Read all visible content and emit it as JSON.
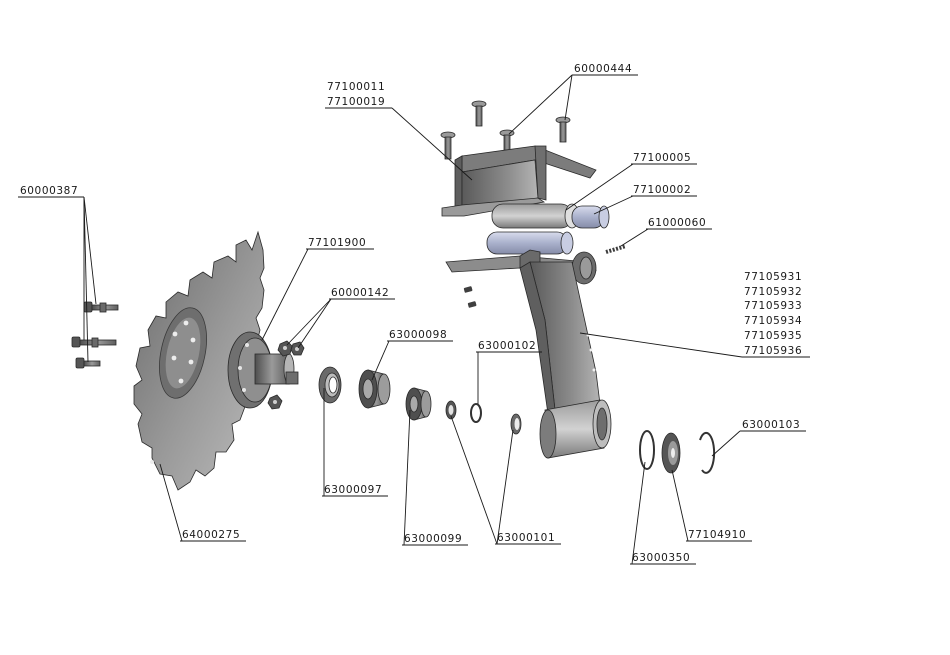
{
  "labels": {
    "p60000387": "60000387",
    "p64000275": "64000275",
    "p77101900": "77101900",
    "p60000142": "60000142",
    "p63000098": "63000098",
    "p63000097": "63000097",
    "p63000099": "63000099",
    "p63000102": "63000102",
    "p63000101": "63000101",
    "p77100011": "77100011",
    "p77100019": "77100019",
    "p60000444": "60000444",
    "p77100005": "77100005",
    "p77100002": "77100002",
    "p61000060": "61000060",
    "p77105931": "77105931",
    "p77105932": "77105932",
    "p77105933": "77105933",
    "p77105934": "77105934",
    "p77105935": "77105935",
    "p77105936": "77105936",
    "p63000103": "63000103",
    "p77104910": "77104910",
    "p63000350": "63000350"
  },
  "colors": {
    "part_dark": "#5b5b5b",
    "part_mid": "#8a8a8a",
    "part_light": "#c4c4c4",
    "shaft_blue": "#b9bfd6",
    "line": "#1a1a1a"
  }
}
